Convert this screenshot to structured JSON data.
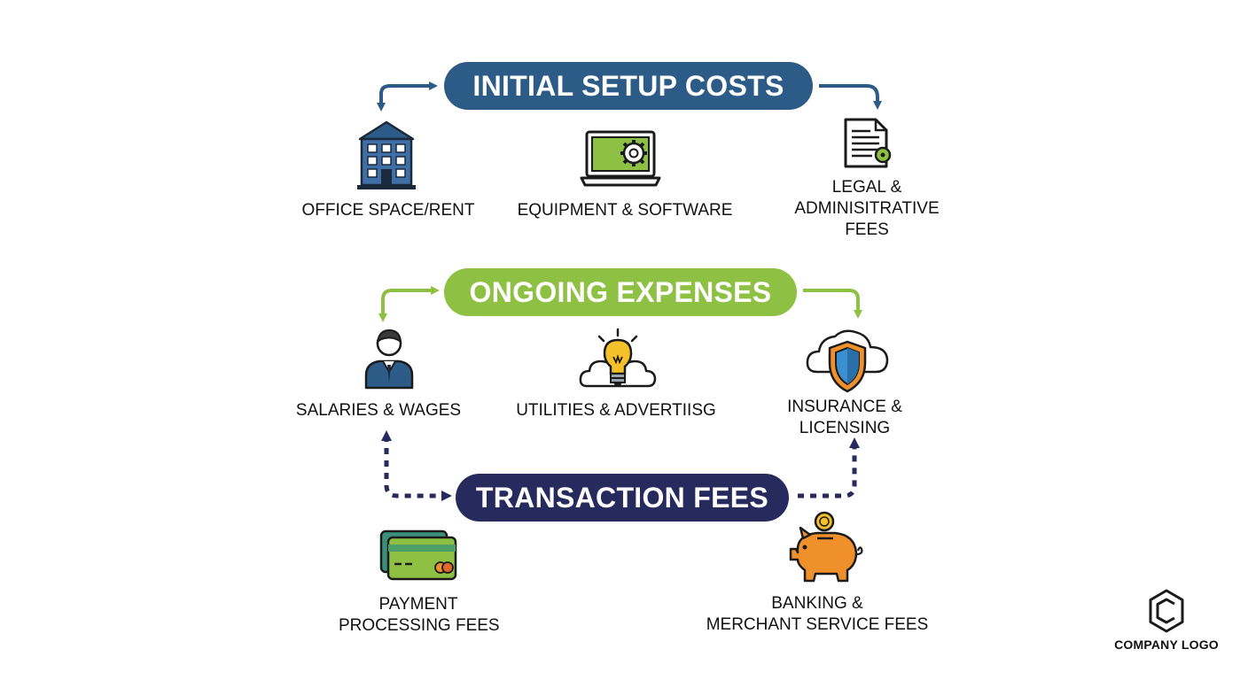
{
  "colors": {
    "initial": "#2d5b87",
    "ongoing": "#8dc043",
    "transaction": "#262a5c",
    "text": "#111111"
  },
  "sections": {
    "initial": {
      "title": "INITIAL SETUP COSTS",
      "items": [
        {
          "icon": "building-icon",
          "lines": [
            "OFFICE SPACE/RENT"
          ]
        },
        {
          "icon": "laptop-gear-icon",
          "lines": [
            "EQUIPMENT & SOFTWARE"
          ]
        },
        {
          "icon": "document-seal-icon",
          "lines": [
            "LEGAL &",
            "ADMINISITRATIVE",
            "FEES"
          ]
        }
      ]
    },
    "ongoing": {
      "title": "ONGOING EXPENSES",
      "items": [
        {
          "icon": "person-icon",
          "lines": [
            "SALARIES & WAGES"
          ]
        },
        {
          "icon": "lightbulb-cloud-icon",
          "lines": [
            "UTILITIES & ADVERTIISG"
          ]
        },
        {
          "icon": "shield-cloud-icon",
          "lines": [
            "INSURANCE &",
            "LICENSING"
          ]
        }
      ]
    },
    "transaction": {
      "title": "TRANSACTION FEES",
      "items": [
        {
          "icon": "credit-card-icon",
          "lines": [
            "PAYMENT",
            "PROCESSING FEES"
          ]
        },
        {
          "icon": "piggy-bank-icon",
          "lines": [
            "BANKING &",
            "MERCHANT SERVICE FEES"
          ]
        }
      ]
    }
  },
  "logo": {
    "icon": "company-logo-icon",
    "text": "COMPANY LOGO"
  }
}
